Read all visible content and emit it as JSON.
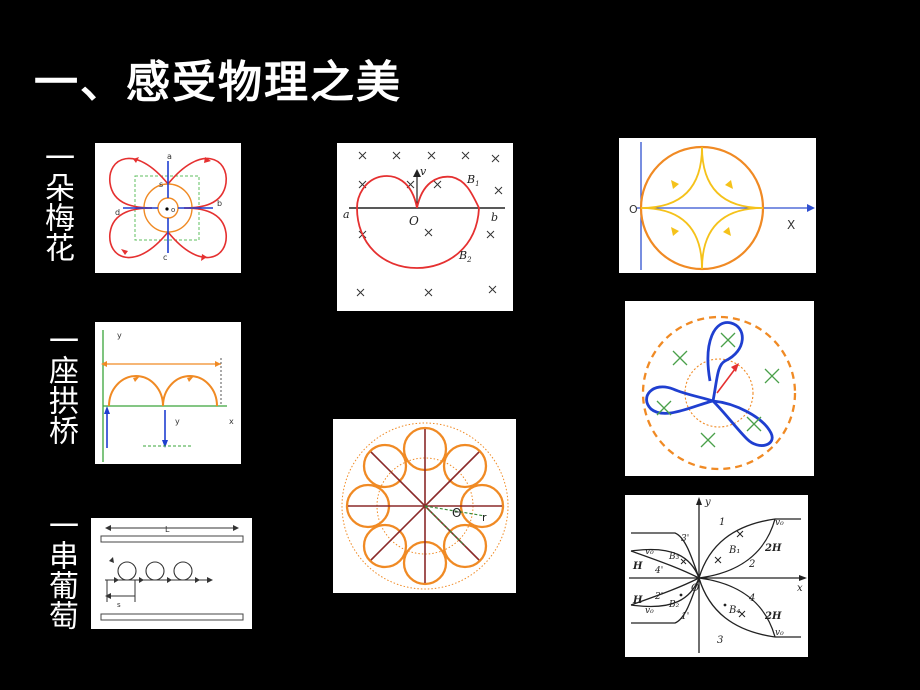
{
  "slide": {
    "title": "一、感受物理之美",
    "labels": [
      "一朵梅花",
      "一座拱桥",
      "一串葡萄"
    ]
  },
  "panels": {
    "flower": {
      "a": "a",
      "b": "b",
      "c": "c",
      "d": "d",
      "s": "s",
      "o": "o"
    },
    "cardioid": {
      "v": "v",
      "B1": "B",
      "B1sub": "1",
      "B2": "B",
      "B2sub": "2",
      "a": "a",
      "O": "O",
      "b": "b"
    },
    "astroid": {
      "O": "O",
      "X": "X"
    },
    "bridge": {
      "y_top": "y",
      "y_bottom": "y",
      "x": "x"
    },
    "rosette": {
      "theta": "Θ",
      "r": "r"
    },
    "grapes": {
      "L": "L",
      "s": "s"
    },
    "petals": {
      "y": "y",
      "x": "x",
      "O": "O",
      "v0": "v₀",
      "n1": "1",
      "n2": "2",
      "n3": "3",
      "n4": "4",
      "n1p": "1'",
      "n2p": "2'",
      "n3p": "3'",
      "n4p": "4'",
      "H": "H",
      "2H": "2H",
      "B1": "B₁",
      "B2": "B₂",
      "B3": "B₃",
      "B4": "B₄"
    }
  },
  "colors": {
    "red": "#e53030",
    "orange": "#f08a24",
    "blue": "#1f3fd0",
    "green": "#3aa53a"
  }
}
